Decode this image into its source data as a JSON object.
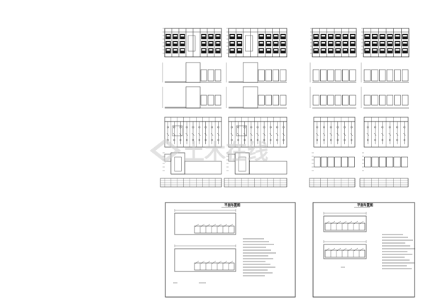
{
  "watermark": {
    "text": "土木在线",
    "color": "#c8c8c8"
  },
  "sheets": {
    "left": {
      "title": "平面布置图"
    },
    "right": {
      "title": "平面布置图"
    }
  },
  "colors": {
    "line": "#222222",
    "paper": "#ffffff"
  }
}
